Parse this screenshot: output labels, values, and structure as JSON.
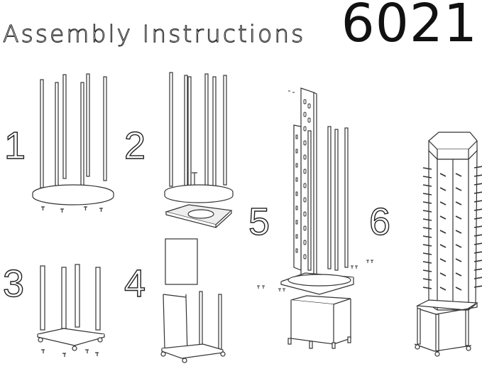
{
  "header": {
    "title": "Assembly Instructions",
    "model_number": "6021"
  },
  "steps": [
    {
      "number": "1"
    },
    {
      "number": "2"
    },
    {
      "number": "3"
    },
    {
      "number": "4"
    },
    {
      "number": "5"
    },
    {
      "number": "6"
    }
  ]
}
